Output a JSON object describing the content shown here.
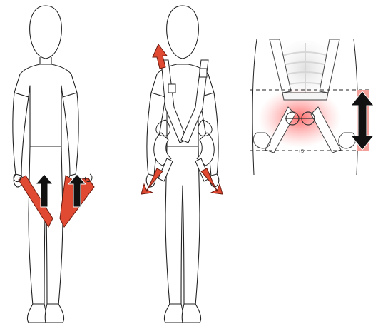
{
  "figures": [
    {
      "id": "figure-1",
      "role": "leg straps being tightened"
    },
    {
      "id": "figure-2",
      "role": "shoulder straps being tightened"
    },
    {
      "id": "figure-3",
      "role": "inset: hip / pelvis adjustment detail"
    }
  ],
  "colors": {
    "strap": "#e04a32",
    "strap_outline": "#6b1b10",
    "arrow": "#111111",
    "highlight_glow": "#ff5a5a",
    "highlight_band": "#f3a09a",
    "outline": "#222222"
  },
  "inset": {
    "small_mark_text": "+5"
  },
  "icons": {
    "up_arrow": "up-arrow-icon",
    "pull_arrow": "pull-arrow-icon",
    "double_arrow": "double-vertical-arrow-icon"
  }
}
